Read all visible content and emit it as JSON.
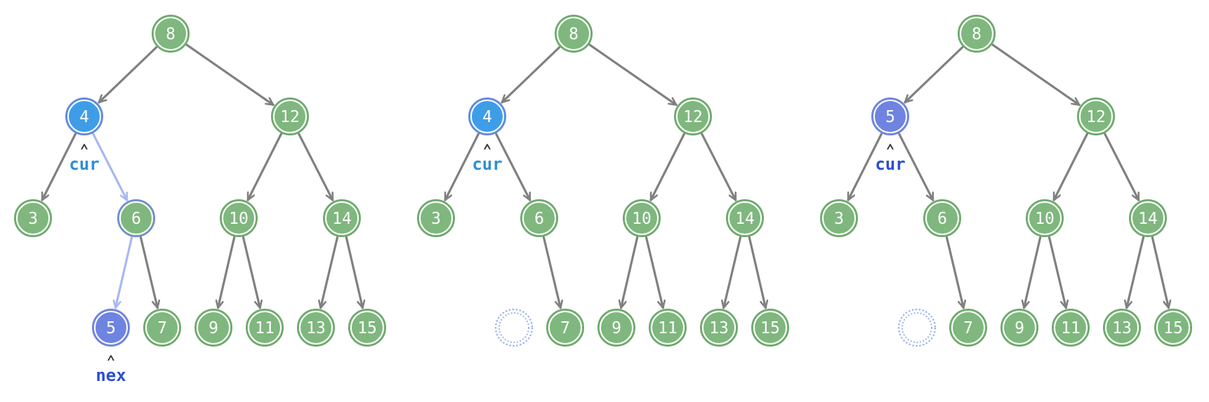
{
  "colors": {
    "background": "#ffffff",
    "node_fill": "#7fb77e",
    "node_ring": "#ffffff",
    "node_outer": "#6ca86b",
    "edge": "#808080",
    "highlight_cur_blue": "#3f9de8",
    "highlight_purple": "#6f84e0",
    "highlight_edge": "#a8b8f0",
    "ptr_cur_blue": "#2d8fd8",
    "ptr_purple": "#2b4fd0",
    "placeholder": "#9db2ec"
  },
  "panels": [
    {
      "name": "panel-1",
      "nodes": [
        {
          "id": "p1-8",
          "label": "8",
          "style": "normal"
        },
        {
          "id": "p1-4",
          "label": "4",
          "style": "cur-blue"
        },
        {
          "id": "p1-12",
          "label": "12",
          "style": "normal"
        },
        {
          "id": "p1-3",
          "label": "3",
          "style": "normal"
        },
        {
          "id": "p1-6",
          "label": "6",
          "style": "path"
        },
        {
          "id": "p1-10",
          "label": "10",
          "style": "normal"
        },
        {
          "id": "p1-14",
          "label": "14",
          "style": "normal"
        },
        {
          "id": "p1-5",
          "label": "5",
          "style": "nex"
        },
        {
          "id": "p1-7",
          "label": "7",
          "style": "normal"
        },
        {
          "id": "p1-9",
          "label": "9",
          "style": "normal"
        },
        {
          "id": "p1-11",
          "label": "11",
          "style": "normal"
        },
        {
          "id": "p1-13",
          "label": "13",
          "style": "normal"
        },
        {
          "id": "p1-15",
          "label": "15",
          "style": "normal"
        }
      ],
      "edges": [
        [
          "p1-8",
          "p1-4",
          "normal"
        ],
        [
          "p1-8",
          "p1-12",
          "normal"
        ],
        [
          "p1-4",
          "p1-3",
          "normal"
        ],
        [
          "p1-4",
          "p1-6",
          "highlight"
        ],
        [
          "p1-12",
          "p1-10",
          "normal"
        ],
        [
          "p1-12",
          "p1-14",
          "normal"
        ],
        [
          "p1-6",
          "p1-5",
          "highlight"
        ],
        [
          "p1-6",
          "p1-7",
          "normal"
        ],
        [
          "p1-10",
          "p1-9",
          "normal"
        ],
        [
          "p1-10",
          "p1-11",
          "normal"
        ],
        [
          "p1-14",
          "p1-13",
          "normal"
        ],
        [
          "p1-14",
          "p1-15",
          "normal"
        ]
      ],
      "pointers": [
        {
          "target": "p1-4",
          "label": "cur",
          "color": "blue"
        },
        {
          "target": "p1-5",
          "label": "nex",
          "color": "purple"
        }
      ]
    },
    {
      "name": "panel-2",
      "nodes": [
        {
          "id": "p2-8",
          "label": "8",
          "style": "normal"
        },
        {
          "id": "p2-4",
          "label": "4",
          "style": "cur-blue"
        },
        {
          "id": "p2-12",
          "label": "12",
          "style": "normal"
        },
        {
          "id": "p2-3",
          "label": "3",
          "style": "normal"
        },
        {
          "id": "p2-6",
          "label": "6",
          "style": "normal"
        },
        {
          "id": "p2-10",
          "label": "10",
          "style": "normal"
        },
        {
          "id": "p2-14",
          "label": "14",
          "style": "normal"
        },
        {
          "id": "p2-empty",
          "label": "",
          "style": "empty"
        },
        {
          "id": "p2-7",
          "label": "7",
          "style": "normal"
        },
        {
          "id": "p2-9",
          "label": "9",
          "style": "normal"
        },
        {
          "id": "p2-11",
          "label": "11",
          "style": "normal"
        },
        {
          "id": "p2-13",
          "label": "13",
          "style": "normal"
        },
        {
          "id": "p2-15",
          "label": "15",
          "style": "normal"
        }
      ],
      "edges": [
        [
          "p2-8",
          "p2-4",
          "normal"
        ],
        [
          "p2-8",
          "p2-12",
          "normal"
        ],
        [
          "p2-4",
          "p2-3",
          "normal"
        ],
        [
          "p2-4",
          "p2-6",
          "normal"
        ],
        [
          "p2-12",
          "p2-10",
          "normal"
        ],
        [
          "p2-12",
          "p2-14",
          "normal"
        ],
        [
          "p2-6",
          "p2-7",
          "normal"
        ],
        [
          "p2-10",
          "p2-9",
          "normal"
        ],
        [
          "p2-10",
          "p2-11",
          "normal"
        ],
        [
          "p2-14",
          "p2-13",
          "normal"
        ],
        [
          "p2-14",
          "p2-15",
          "normal"
        ]
      ],
      "pointers": [
        {
          "target": "p2-4",
          "label": "cur",
          "color": "blue"
        }
      ]
    },
    {
      "name": "panel-3",
      "nodes": [
        {
          "id": "p3-8",
          "label": "8",
          "style": "normal"
        },
        {
          "id": "p3-5",
          "label": "5",
          "style": "cur-purple"
        },
        {
          "id": "p3-12",
          "label": "12",
          "style": "normal"
        },
        {
          "id": "p3-3",
          "label": "3",
          "style": "normal"
        },
        {
          "id": "p3-6",
          "label": "6",
          "style": "normal"
        },
        {
          "id": "p3-10",
          "label": "10",
          "style": "normal"
        },
        {
          "id": "p3-14",
          "label": "14",
          "style": "normal"
        },
        {
          "id": "p3-empty",
          "label": "",
          "style": "empty"
        },
        {
          "id": "p3-7",
          "label": "7",
          "style": "normal"
        },
        {
          "id": "p3-9",
          "label": "9",
          "style": "normal"
        },
        {
          "id": "p3-11",
          "label": "11",
          "style": "normal"
        },
        {
          "id": "p3-13",
          "label": "13",
          "style": "normal"
        },
        {
          "id": "p3-15",
          "label": "15",
          "style": "normal"
        }
      ],
      "edges": [
        [
          "p3-8",
          "p3-5",
          "normal"
        ],
        [
          "p3-8",
          "p3-12",
          "normal"
        ],
        [
          "p3-5",
          "p3-3",
          "normal"
        ],
        [
          "p3-5",
          "p3-6",
          "normal"
        ],
        [
          "p3-12",
          "p3-10",
          "normal"
        ],
        [
          "p3-12",
          "p3-14",
          "normal"
        ],
        [
          "p3-6",
          "p3-7",
          "normal"
        ],
        [
          "p3-10",
          "p3-9",
          "normal"
        ],
        [
          "p3-10",
          "p3-11",
          "normal"
        ],
        [
          "p3-14",
          "p3-13",
          "normal"
        ],
        [
          "p3-14",
          "p3-15",
          "normal"
        ]
      ],
      "pointers": [
        {
          "target": "p3-5",
          "label": "cur",
          "color": "purple"
        }
      ]
    }
  ]
}
